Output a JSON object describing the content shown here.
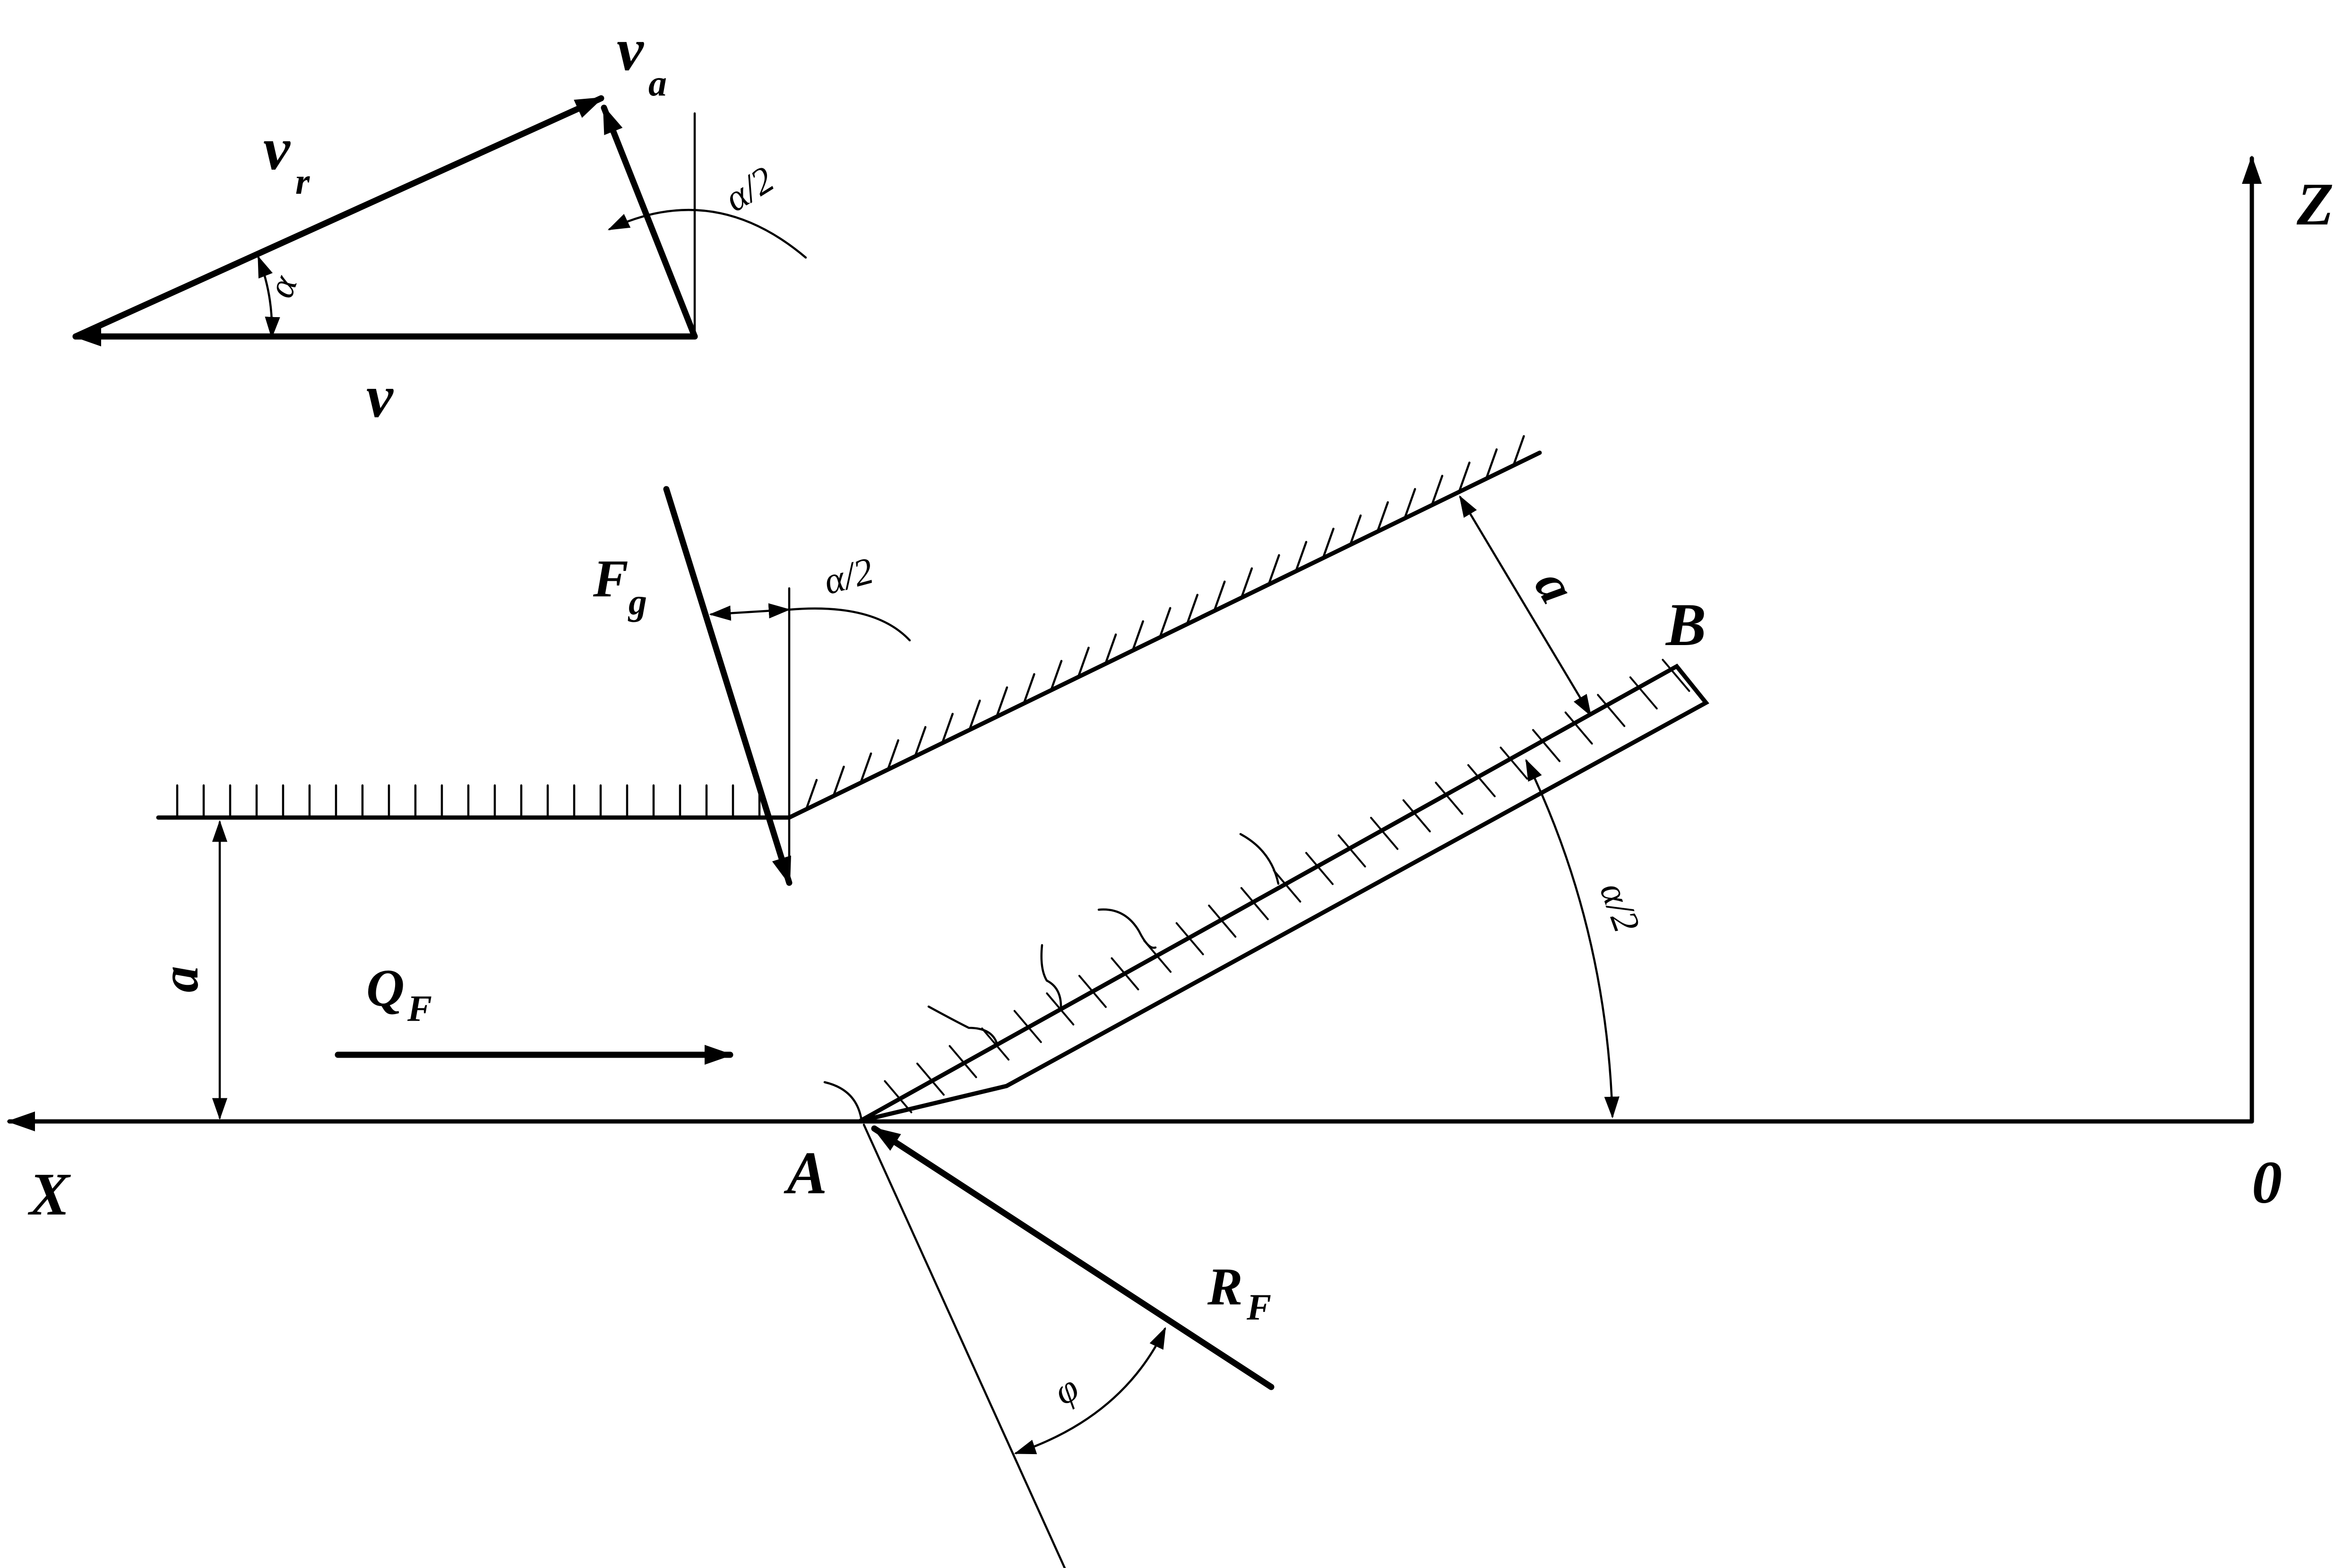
{
  "labels": {
    "axis_x": "X",
    "axis_z": "Z",
    "origin": "0",
    "point_a": "A",
    "point_b": "B",
    "dist_a_left": "a",
    "dist_a_right": "a",
    "alpha_half_top": "α/2",
    "alpha_half_mid": "α/2",
    "alpha_half_right": "α/2",
    "alpha_triangle": "α",
    "phi": "φ",
    "v_main": "v",
    "v_r_main": "v",
    "v_r_sub": "r",
    "v_a_main": "v",
    "v_a_sub": "a",
    "f_g_main": "F",
    "f_g_sub": "g",
    "q_f_main": "Q",
    "q_f_sub": "F",
    "r_f_main": "R",
    "r_f_sub": "F"
  }
}
